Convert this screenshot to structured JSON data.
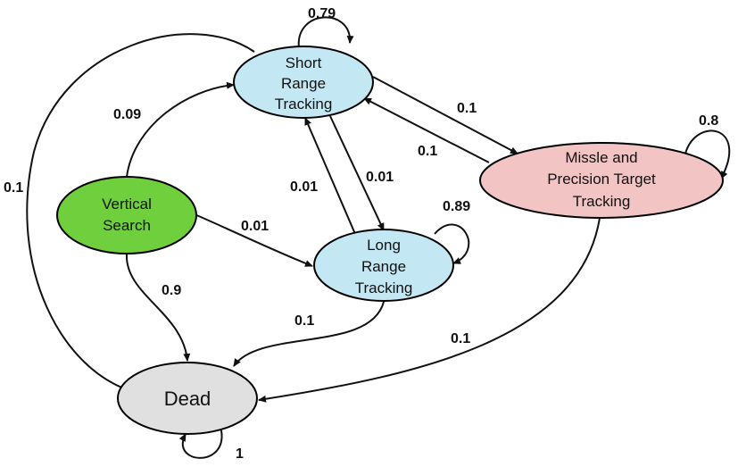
{
  "nodes": [
    {
      "id": "short",
      "lines": [
        "Short",
        "Range",
        "Tracking"
      ],
      "color": "#c3e7f3"
    },
    {
      "id": "vertical",
      "lines": [
        "Vertical",
        "Search"
      ],
      "color": "#6fcf3c"
    },
    {
      "id": "long",
      "lines": [
        "Long",
        "Range",
        "Tracking"
      ],
      "color": "#c3e7f3"
    },
    {
      "id": "missile",
      "lines": [
        "Missle and",
        "Precision Target",
        "Tracking"
      ],
      "color": "#f2c4c4"
    },
    {
      "id": "dead",
      "lines": [
        "Dead"
      ],
      "color": "#e0e0e0"
    }
  ],
  "edges": [
    {
      "id": "short-self",
      "from": "short",
      "to": "short",
      "label": "0.79"
    },
    {
      "id": "vertical-short",
      "from": "vertical",
      "to": "short",
      "label": "0.09"
    },
    {
      "id": "short-missile",
      "from": "short",
      "to": "missile",
      "label": "0.1"
    },
    {
      "id": "missile-short",
      "from": "missile",
      "to": "short",
      "label": "0.1"
    },
    {
      "id": "missile-self",
      "from": "missile",
      "to": "missile",
      "label": "0.8"
    },
    {
      "id": "short-long",
      "from": "short",
      "to": "long",
      "label": "0.01"
    },
    {
      "id": "long-short",
      "from": "long",
      "to": "short",
      "label": "0.01"
    },
    {
      "id": "long-self",
      "from": "long",
      "to": "long",
      "label": "0.89"
    },
    {
      "id": "vertical-long",
      "from": "vertical",
      "to": "long",
      "label": "0.01"
    },
    {
      "id": "short-dead",
      "from": "short",
      "to": "dead",
      "label": "0.1"
    },
    {
      "id": "vertical-dead",
      "from": "vertical",
      "to": "dead",
      "label": "0.9"
    },
    {
      "id": "long-dead",
      "from": "long",
      "to": "dead",
      "label": "0.1"
    },
    {
      "id": "missile-dead",
      "from": "missile",
      "to": "dead",
      "label": "0.1"
    },
    {
      "id": "dead-self",
      "from": "dead",
      "to": "dead",
      "label": "1"
    }
  ]
}
